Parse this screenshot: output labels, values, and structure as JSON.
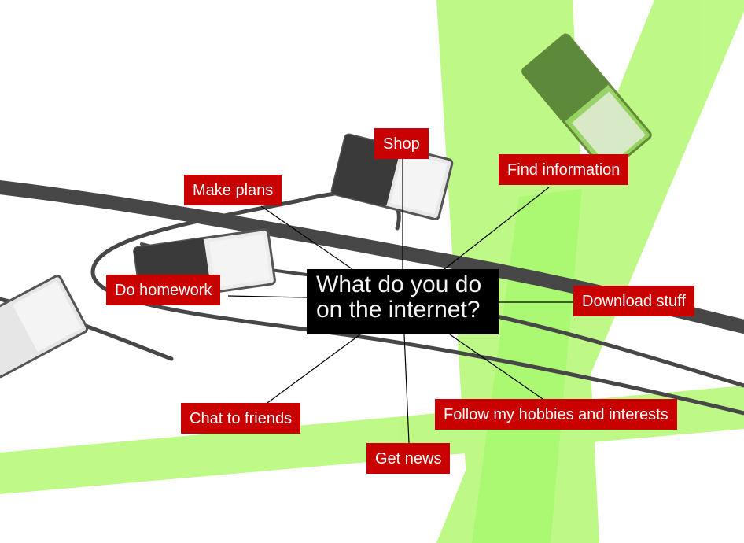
{
  "diagram": {
    "type": "mind-map",
    "center": {
      "line1": "What do you do",
      "line2": "on the internet?",
      "background": "#000000",
      "text_color": "#f2f2f2"
    },
    "branch_style": {
      "background": "#c80000",
      "text_color": "#ffffff",
      "connector_color": "#000000"
    },
    "branches": [
      {
        "id": "shop",
        "label": "Shop"
      },
      {
        "id": "make-plans",
        "label": "Make plans"
      },
      {
        "id": "find-information",
        "label": "Find information"
      },
      {
        "id": "do-homework",
        "label": "Do homework"
      },
      {
        "id": "download-stuff",
        "label": "Download stuff"
      },
      {
        "id": "chat-to-friends",
        "label": "Chat to friends"
      },
      {
        "id": "get-news",
        "label": "Get news"
      },
      {
        "id": "follow-hobbies",
        "label": "Follow my hobbies and interests"
      }
    ],
    "background": {
      "base_color": "#ffffff",
      "stripe_color": "#a6f75a",
      "cable_color": "#4a4a4a",
      "decorations": [
        "mobile-phone",
        "mobile-phone",
        "mobile-phone",
        "mobile-phone",
        "mobile-phone"
      ]
    }
  }
}
